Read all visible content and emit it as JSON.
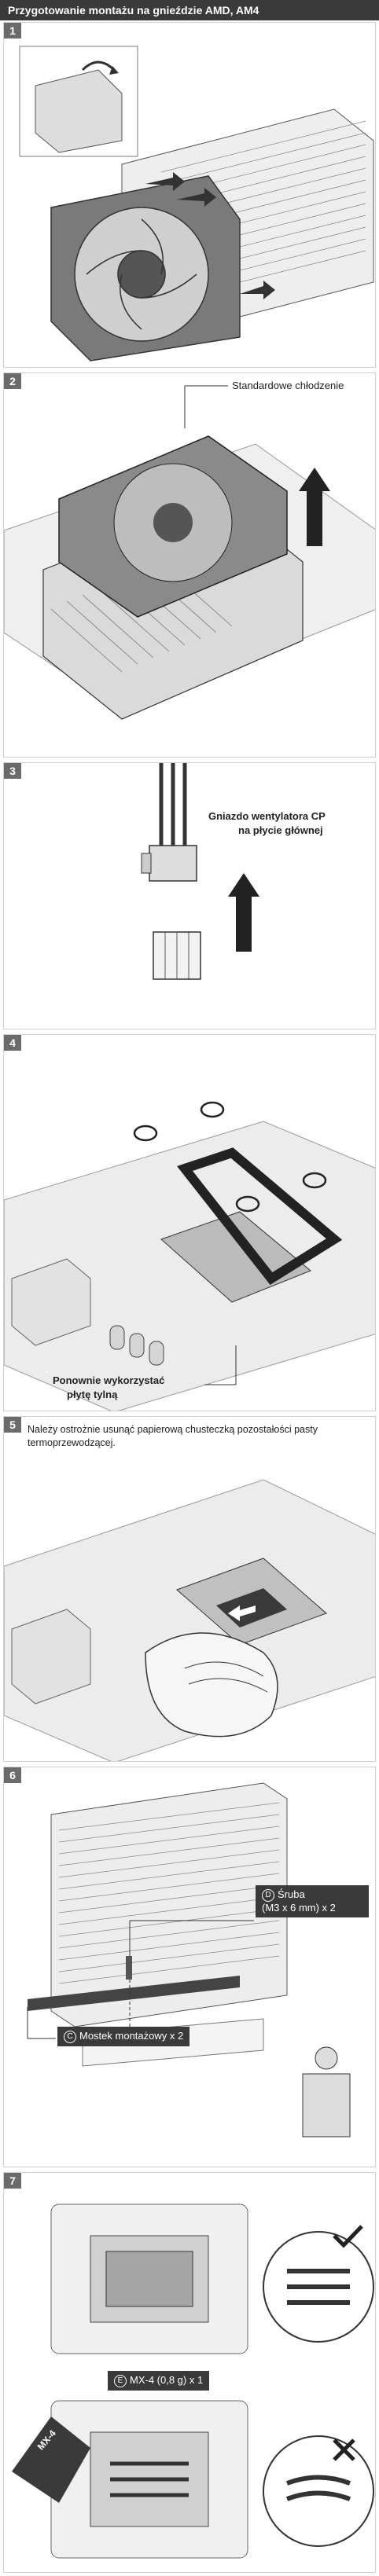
{
  "title": "Przygotowanie montażu na gnieździe AMD, AM4",
  "steps": [
    {
      "number": "1"
    },
    {
      "number": "2",
      "label": "Standardowe chłodzenie"
    },
    {
      "number": "3",
      "label_line1": "Gniazdo wentylatora CP",
      "label_line2": "na płycie głównej"
    },
    {
      "number": "4",
      "label_line1": "Ponownie wykorzystać",
      "label_line2": "płytę tylną"
    },
    {
      "number": "5",
      "note": "Należy ostrożnie usunąć papierową chusteczką pozostałości pasty termoprzewodzącej."
    },
    {
      "number": "6",
      "screw_letter": "D",
      "screw_line1": "Śruba",
      "screw_line2": "(M3 x 6 mm) x 2",
      "bridge_letter": "C",
      "bridge_label": "Mostek montażowy x 2"
    },
    {
      "number": "7",
      "paste_letter": "E",
      "paste_label": "MX-4 (0,8 g) x 1",
      "tube_label": "MX-4"
    }
  ],
  "colors": {
    "dark": "#3a3a3a",
    "badge": "#6b6b6b",
    "line": "#555555",
    "fill": "#e6e6e6"
  }
}
